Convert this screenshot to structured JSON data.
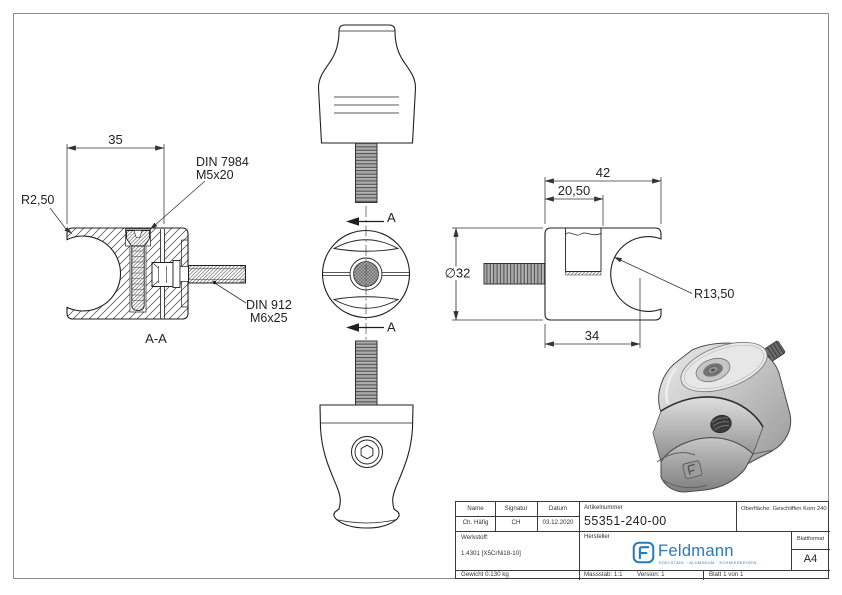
{
  "page": {
    "background": "#ffffff",
    "frame_color": "#8a8a8a",
    "line_color": "#1f1f1f"
  },
  "views": {
    "section_a_a": {
      "label": "A-A",
      "dim_width": "35",
      "fillet_radius": "R2,50",
      "top_screw": {
        "line1": "DIN 7984",
        "line2": "M5x20"
      },
      "side_screw": {
        "line1": "DIN 912",
        "line2": "M6x25"
      }
    },
    "top_view": {
      "section_label_top": "A",
      "section_label_bottom": "A"
    },
    "side_view": {
      "dim_total": "42",
      "dim_slot": "20,50",
      "dim_diameter": "∅32",
      "dim_center": "34",
      "saddle_radius": "R13,50"
    }
  },
  "title_block": {
    "name_header": "Name",
    "signatur_header": "Signatur",
    "datum_header": "Datum",
    "name_value": "Ch. Häfig",
    "signatur_value": "CH",
    "datum_value": "03.12.2020",
    "artikelnummer_label": "Artikelnummer",
    "artikelnummer_value": "55351-240-00",
    "oberflaeche_label": "Oberfläche:",
    "oberflaeche_value": "Geschliffen Korn 240",
    "werkstoff_label": "Werkstoff:",
    "werkstoff_value": "1.4301 [X5CrNi18-10]",
    "hersteller_label": "Hersteller",
    "blattformat_label": "Blattformat",
    "blattformat_value": "A4",
    "gewicht": "Gewicht 0.130 kg",
    "massstab": "Massstab: 1:1",
    "version": "Version: 1",
    "blatt": "Blatt 1 von 1",
    "logo": {
      "name": "Feldmann",
      "tagline": "EDELSTAHL · ALUMINIUM · SCHMIEDEEISEN",
      "color": "#2a79b8"
    }
  }
}
